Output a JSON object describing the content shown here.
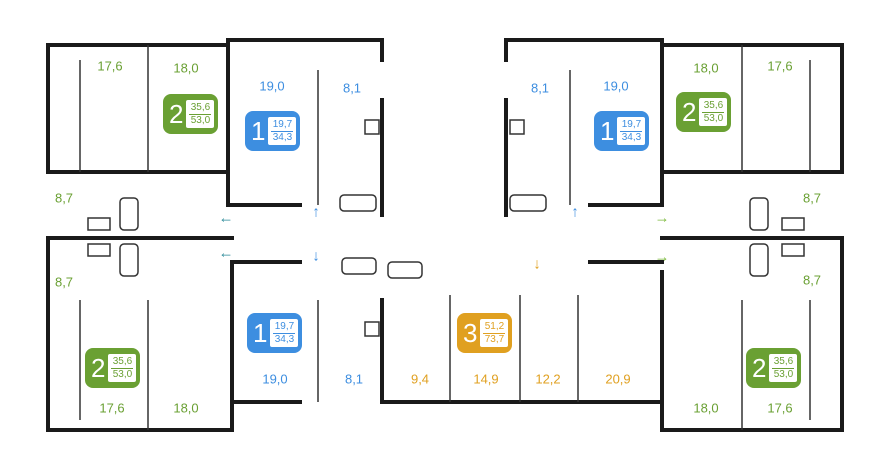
{
  "colors": {
    "wall": "#1a1a1a",
    "thin": "#333333",
    "green": "#6aa033",
    "blue": "#3d8ee0",
    "orange": "#e0a020",
    "teal": "#2a8a98",
    "lightgreen": "#7cba3c"
  },
  "areas": {
    "tl_a": "17,6",
    "tl_b": "18,0",
    "tl_c": "19,0",
    "tl_d": "8,1",
    "tl_e": "8,7",
    "tl_f": "8,7",
    "bl_a": "17,6",
    "bl_b": "18,0",
    "bl_c": "19,0",
    "bl_d": "8,1",
    "tr_a": "8,1",
    "tr_b": "19,0",
    "tr_c": "18,0",
    "tr_d": "17,6",
    "tr_e": "8,7",
    "tr_f": "8,7",
    "br_a": "18,0",
    "br_b": "17,6",
    "c_a": "9,4",
    "c_b": "14,9",
    "c_c": "12,2",
    "c_d": "20,9"
  },
  "badges": {
    "b2_tl": {
      "rooms": "2",
      "living": "35,6",
      "total": "53,0"
    },
    "b1_tl": {
      "rooms": "1",
      "living": "19,7",
      "total": "34,3"
    },
    "b1_tr": {
      "rooms": "1",
      "living": "19,7",
      "total": "34,3"
    },
    "b2_tr": {
      "rooms": "2",
      "living": "35,6",
      "total": "53,0"
    },
    "b2_bl": {
      "rooms": "2",
      "living": "35,6",
      "total": "53,0"
    },
    "b1_bl": {
      "rooms": "1",
      "living": "19,7",
      "total": "34,3"
    },
    "b3_c": {
      "rooms": "3",
      "living": "51,2",
      "total": "73,7"
    },
    "b2_br": {
      "rooms": "2",
      "living": "35,6",
      "total": "53,0"
    }
  },
  "icons": [
    "arrow-left-icon",
    "arrow-up-icon",
    "arrow-down-icon",
    "arrow-right-icon"
  ]
}
